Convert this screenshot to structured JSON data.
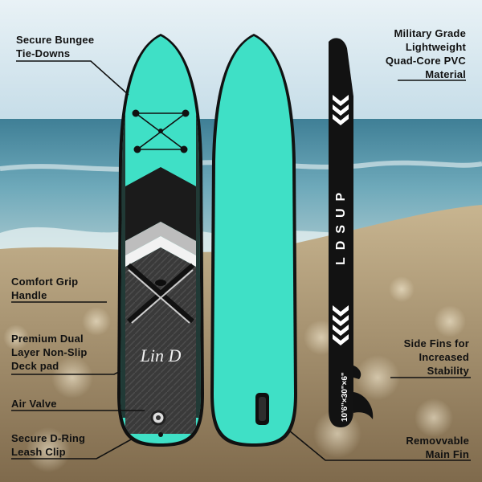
{
  "callouts": {
    "bungee": "Secure Bungee\nTie-Downs",
    "grip": "Comfort Grip\nHandle",
    "deck": "Premium Dual\nLayer Non-Slip\nDeck pad",
    "valve": "Air Valve",
    "dring": "Secure D-Ring\nLeash Clip",
    "pvc": "Military Grade\nLightweight\nQuad-Core PVC\nMaterial",
    "sidefins": "Side Fins for\nIncreased\nStability",
    "mainfin": "Removvable\nMain Fin"
  },
  "board": {
    "brand_side": "LDSUP",
    "size_text": "10'6\"×30\"×6\"",
    "logo_script": "Lin D"
  },
  "colors": {
    "board_teal": "#3fe0c6",
    "board_dark": "#1a1a1a",
    "sky": "#c9dfe9",
    "sea": "#6fa6b8",
    "sand": "#b49a70"
  }
}
